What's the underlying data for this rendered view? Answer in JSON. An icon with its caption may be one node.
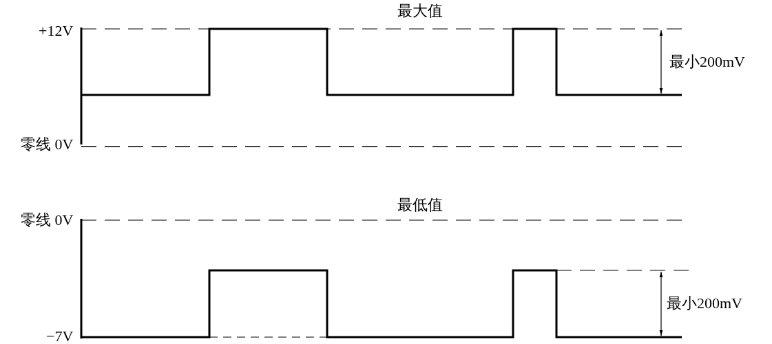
{
  "diagram": {
    "labels": [
      "最大值",
      "+12V",
      "最小200mV",
      "零线 0V",
      "最低值",
      "零线 0V",
      "最小200mV",
      "−7V"
    ]
  }
}
